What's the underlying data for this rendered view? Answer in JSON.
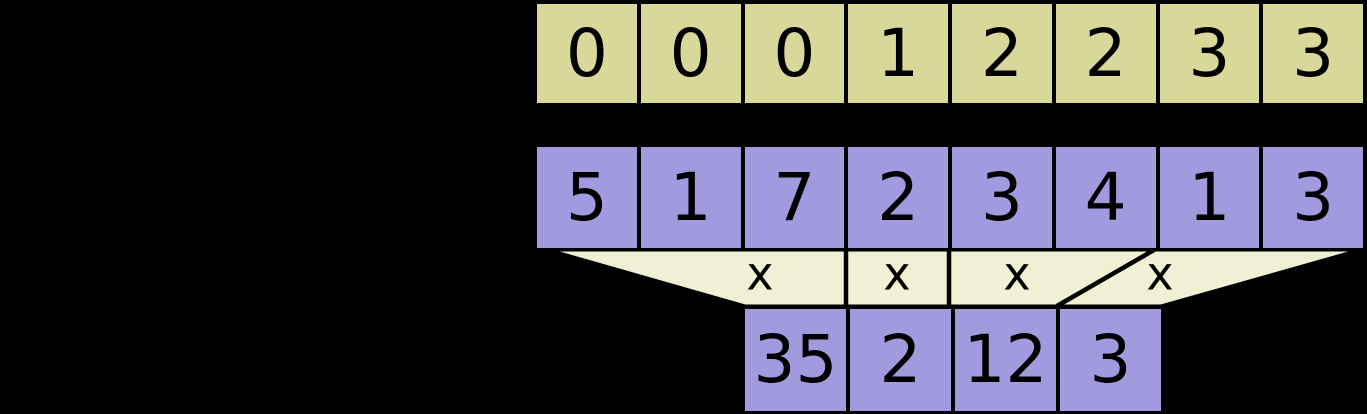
{
  "colors": {
    "background": "#000000",
    "keys_fill": "#d9d89b",
    "values_fill": "#a29ade",
    "results_fill": "#a29ade",
    "funnel_fill": "#f0f0d4",
    "line": "#000000",
    "text": "#000000"
  },
  "keys_row": {
    "cells": [
      "0",
      "0",
      "0",
      "1",
      "2",
      "2",
      "3",
      "3"
    ]
  },
  "values_row": {
    "cells": [
      "5",
      "1",
      "7",
      "2",
      "3",
      "4",
      "1",
      "3"
    ]
  },
  "funnel": {
    "operators": [
      "x",
      "x",
      "x",
      "x"
    ]
  },
  "results_row": {
    "cells": [
      "35",
      "2",
      "12",
      "3"
    ]
  }
}
